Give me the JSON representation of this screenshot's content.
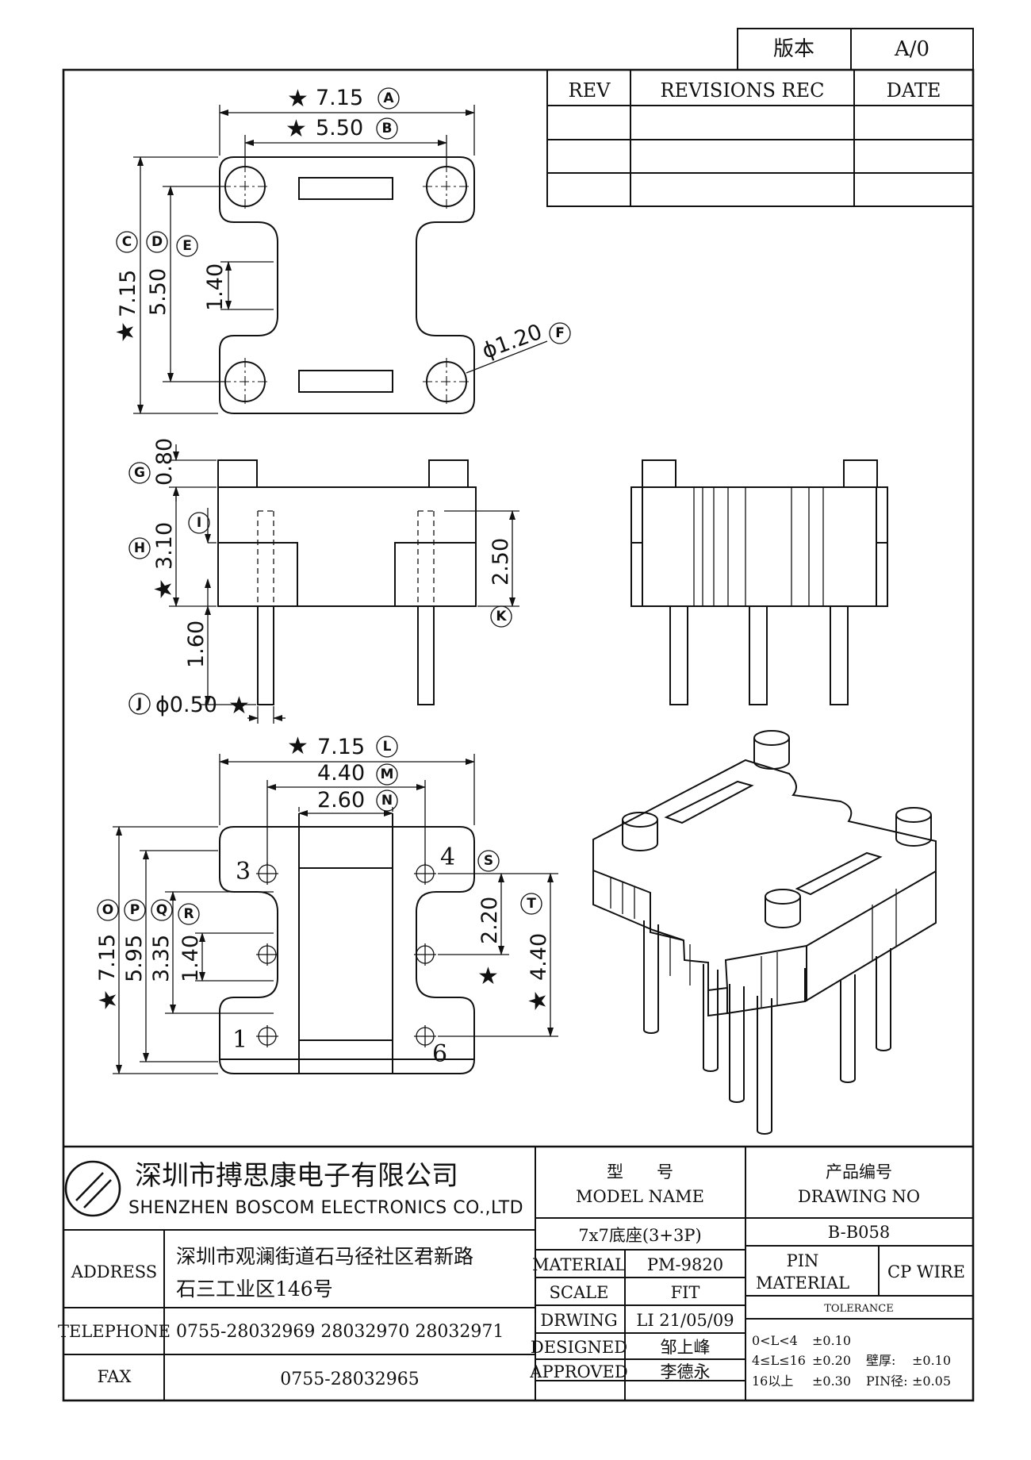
{
  "version_box": {
    "label": "版本",
    "value": "A/0"
  },
  "revisions": {
    "col_rev": "REV",
    "col_rec": "REVISIONS REC",
    "col_date": "DATE"
  },
  "top_view": {
    "dim_A": "7.15",
    "bubble_A": "A",
    "dim_B": "5.50",
    "bubble_B": "B",
    "dim_C": "7.15",
    "bubble_C": "C",
    "dim_D": "5.50",
    "bubble_D": "D",
    "dim_E": "1.40",
    "bubble_E": "E",
    "dim_F": "ϕ1.20",
    "bubble_F": "F"
  },
  "side_view": {
    "dim_G": "0.80",
    "bubble_G": "G",
    "dim_H": "3.10",
    "bubble_H": "H",
    "bubble_I": "I",
    "dim_pin_len": "1.60",
    "dim_J": "ϕ0.50",
    "bubble_J": "J",
    "dim_K": "2.50",
    "bubble_K": "K"
  },
  "bottom_view": {
    "dim_L": "7.15",
    "bubble_L": "L",
    "dim_M": "4.40",
    "bubble_M": "M",
    "dim_N": "2.60",
    "bubble_N": "N",
    "dim_O": "7.15",
    "bubble_O": "O",
    "dim_P": "5.95",
    "bubble_P": "P",
    "dim_Q": "3.35",
    "bubble_Q": "Q",
    "dim_R": "1.40",
    "bubble_R": "R",
    "bubble_S": "S",
    "dim_S": "2.20",
    "dim_T": "4.40",
    "bubble_T": "T",
    "pins": [
      "1",
      "3",
      "4",
      "6"
    ]
  },
  "star_glyph": "★",
  "company": {
    "name_cn": "深圳市搏思康电子有限公司",
    "name_en": "SHENZHEN BOSCOM ELECTRONICS CO.,LTD",
    "address_label": "ADDRESS",
    "address_line1": "深圳市观澜街道石马径社区君新路",
    "address_line2": "石三工业区146号",
    "telephone_label": "TELEPHONE",
    "telephone": "0755-28032969 28032970 28032971",
    "fax_label": "FAX",
    "fax": "0755-28032965"
  },
  "title_block": {
    "model_cn": "型　　号",
    "model_en": "MODEL NAME",
    "drawing_cn": "产品编号",
    "drawing_en": "DRAWING NO",
    "model_value": "7x7底座(3+3P)",
    "drawing_value": "B-B058",
    "material_label": "MATERIAL",
    "material_value": "PM-9820",
    "scale_label": "SCALE",
    "scale_value": "FIT",
    "drwing_label": "DRWING",
    "drwing_value": "LI 21/05/09",
    "designed_label": "DESIGNED",
    "designed_value": "邹上峰",
    "approved_label": "APPROVED",
    "approved_value": "李德永",
    "pin_material_line1": "PIN",
    "pin_material_line2": "MATERIAL",
    "pin_material_value": "CP WIRE",
    "tolerance_label": "TOLERANCE",
    "tol_row1_range": "0<L<4",
    "tol_row1_value": "±0.10",
    "tol_row2_range": "4≤L≤16",
    "tol_row2_value": "±0.20",
    "tol_row3_range": "16以上",
    "tol_row3_value": "±0.30",
    "wall_label": "壁厚:",
    "wall_value": "±0.10",
    "pin_dia_label": "PIN径:",
    "pin_dia_value": "±0.05"
  }
}
